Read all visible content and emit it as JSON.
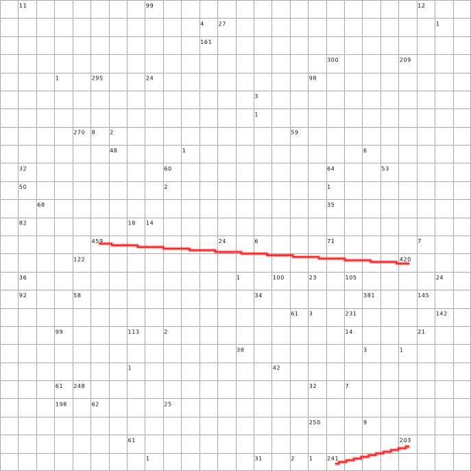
{
  "board": {
    "cols": 26,
    "rows": 26,
    "grid_color": "#a9a9a9",
    "path_color": "#ff2a2a"
  },
  "cells": [
    {
      "col": 1,
      "row": 0,
      "label": "11"
    },
    {
      "col": 8,
      "row": 0,
      "label": "99"
    },
    {
      "col": 23,
      "row": 0,
      "label": "12"
    },
    {
      "col": 11,
      "row": 1,
      "label": "4"
    },
    {
      "col": 12,
      "row": 1,
      "label": "27"
    },
    {
      "col": 24,
      "row": 1,
      "label": "1"
    },
    {
      "col": 11,
      "row": 2,
      "label": "161"
    },
    {
      "col": 18,
      "row": 3,
      "label": "300"
    },
    {
      "col": 22,
      "row": 3,
      "label": "209"
    },
    {
      "col": 3,
      "row": 4,
      "label": "1"
    },
    {
      "col": 5,
      "row": 4,
      "label": "295"
    },
    {
      "col": 8,
      "row": 4,
      "label": "24"
    },
    {
      "col": 17,
      "row": 4,
      "label": "98"
    },
    {
      "col": 14,
      "row": 5,
      "label": "3"
    },
    {
      "col": 14,
      "row": 6,
      "label": "1"
    },
    {
      "col": 4,
      "row": 7,
      "label": "270"
    },
    {
      "col": 5,
      "row": 7,
      "label": "8"
    },
    {
      "col": 6,
      "row": 7,
      "label": "2"
    },
    {
      "col": 16,
      "row": 7,
      "label": "59"
    },
    {
      "col": 6,
      "row": 8,
      "label": "48"
    },
    {
      "col": 10,
      "row": 8,
      "label": "1"
    },
    {
      "col": 20,
      "row": 8,
      "label": "6"
    },
    {
      "col": 1,
      "row": 9,
      "label": "32"
    },
    {
      "col": 9,
      "row": 9,
      "label": "60"
    },
    {
      "col": 18,
      "row": 9,
      "label": "64"
    },
    {
      "col": 21,
      "row": 9,
      "label": "53"
    },
    {
      "col": 1,
      "row": 10,
      "label": "50"
    },
    {
      "col": 9,
      "row": 10,
      "label": "2"
    },
    {
      "col": 18,
      "row": 10,
      "label": "1"
    },
    {
      "col": 2,
      "row": 11,
      "label": "68"
    },
    {
      "col": 18,
      "row": 11,
      "label": "35"
    },
    {
      "col": 1,
      "row": 12,
      "label": "82"
    },
    {
      "col": 7,
      "row": 12,
      "label": "18"
    },
    {
      "col": 8,
      "row": 12,
      "label": "14"
    },
    {
      "col": 5,
      "row": 13,
      "label": "459"
    },
    {
      "col": 12,
      "row": 13,
      "label": "24"
    },
    {
      "col": 14,
      "row": 13,
      "label": "6"
    },
    {
      "col": 18,
      "row": 13,
      "label": "71"
    },
    {
      "col": 23,
      "row": 13,
      "label": "7"
    },
    {
      "col": 4,
      "row": 14,
      "label": "122"
    },
    {
      "col": 22,
      "row": 14,
      "label": "420"
    },
    {
      "col": 1,
      "row": 15,
      "label": "36"
    },
    {
      "col": 13,
      "row": 15,
      "label": "1"
    },
    {
      "col": 15,
      "row": 15,
      "label": "100"
    },
    {
      "col": 17,
      "row": 15,
      "label": "23"
    },
    {
      "col": 19,
      "row": 15,
      "label": "105"
    },
    {
      "col": 24,
      "row": 15,
      "label": "24"
    },
    {
      "col": 1,
      "row": 16,
      "label": "92"
    },
    {
      "col": 4,
      "row": 16,
      "label": "58"
    },
    {
      "col": 14,
      "row": 16,
      "label": "34"
    },
    {
      "col": 20,
      "row": 16,
      "label": "381"
    },
    {
      "col": 23,
      "row": 16,
      "label": "145"
    },
    {
      "col": 16,
      "row": 17,
      "label": "61"
    },
    {
      "col": 17,
      "row": 17,
      "label": "3"
    },
    {
      "col": 19,
      "row": 17,
      "label": "231"
    },
    {
      "col": 24,
      "row": 17,
      "label": "142"
    },
    {
      "col": 3,
      "row": 18,
      "label": "99"
    },
    {
      "col": 7,
      "row": 18,
      "label": "113"
    },
    {
      "col": 9,
      "row": 18,
      "label": "2"
    },
    {
      "col": 19,
      "row": 18,
      "label": "14"
    },
    {
      "col": 23,
      "row": 18,
      "label": "21"
    },
    {
      "col": 13,
      "row": 19,
      "label": "38"
    },
    {
      "col": 20,
      "row": 19,
      "label": "3"
    },
    {
      "col": 22,
      "row": 19,
      "label": "1"
    },
    {
      "col": 7,
      "row": 20,
      "label": "1"
    },
    {
      "col": 15,
      "row": 20,
      "label": "42"
    },
    {
      "col": 3,
      "row": 21,
      "label": "61"
    },
    {
      "col": 4,
      "row": 21,
      "label": "248"
    },
    {
      "col": 17,
      "row": 21,
      "label": "32"
    },
    {
      "col": 19,
      "row": 21,
      "label": "7"
    },
    {
      "col": 3,
      "row": 22,
      "label": "198"
    },
    {
      "col": 5,
      "row": 22,
      "label": "62"
    },
    {
      "col": 9,
      "row": 22,
      "label": "25"
    },
    {
      "col": 17,
      "row": 23,
      "label": "250"
    },
    {
      "col": 20,
      "row": 23,
      "label": "9"
    },
    {
      "col": 7,
      "row": 24,
      "label": "61"
    },
    {
      "col": 22,
      "row": 24,
      "label": "203"
    },
    {
      "col": 8,
      "row": 25,
      "label": "1"
    },
    {
      "col": 14,
      "row": 25,
      "label": "31"
    },
    {
      "col": 16,
      "row": 25,
      "label": "2"
    },
    {
      "col": 17,
      "row": 25,
      "label": "1"
    },
    {
      "col": 18,
      "row": 25,
      "label": "241"
    }
  ],
  "paths": [
    {
      "from": {
        "col": 5.45,
        "row": 13.45
      },
      "to": {
        "col": 22.6,
        "row": 14.55
      },
      "steps": 12
    },
    {
      "from": {
        "col": 18.5,
        "row": 25.6
      },
      "to": {
        "col": 22.6,
        "row": 24.65
      },
      "steps": 10
    }
  ]
}
